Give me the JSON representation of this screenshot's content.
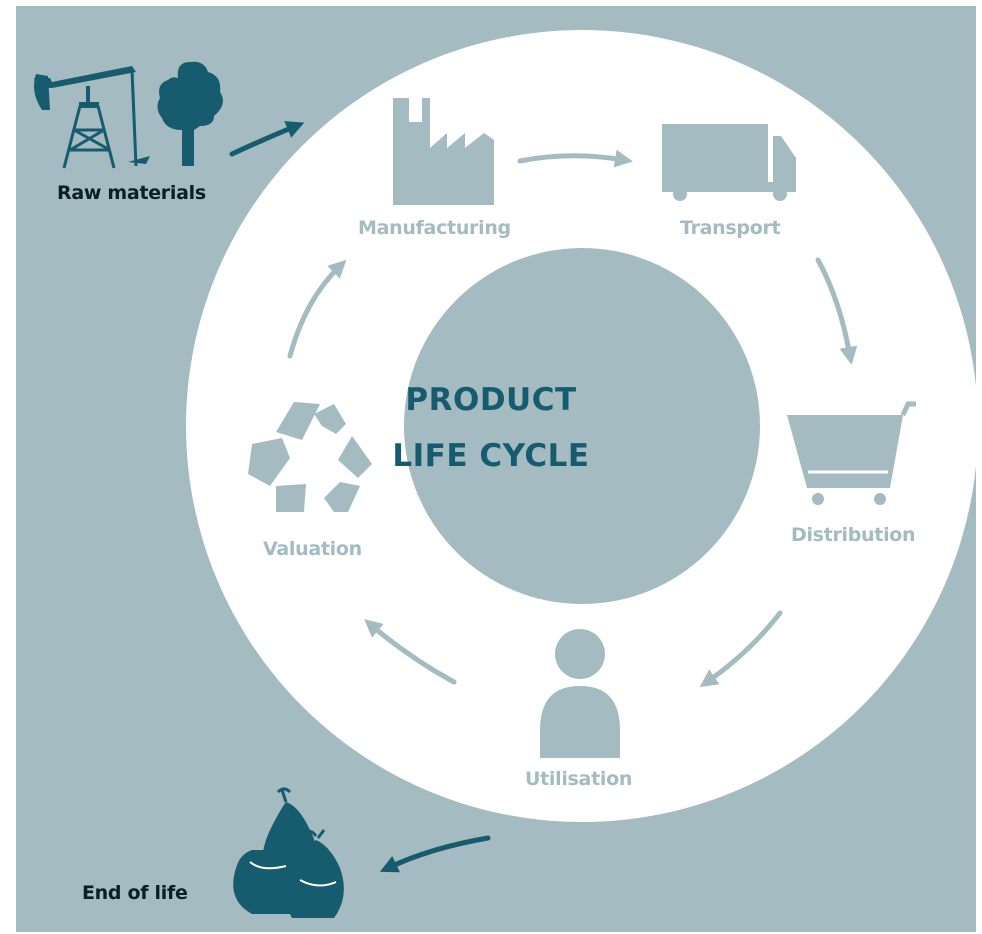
{
  "center": {
    "line1": "PRODUCT",
    "line2": "LIFE CYCLE"
  },
  "stages": {
    "manufacturing": "Manufacturing",
    "transport": "Transport",
    "distribution": "Distribution",
    "utilisation": "Utilisation",
    "valuation": "Valuation"
  },
  "external": {
    "raw_materials": "Raw materials",
    "end_of_life": "End of life"
  },
  "icons": {
    "manufacturing": "factory-icon",
    "transport": "truck-icon",
    "distribution": "shopping-cart-icon",
    "utilisation": "person-icon",
    "valuation": "recycle-icon",
    "raw_materials": "oil-pump-and-tree-icon",
    "end_of_life": "trash-bags-icon"
  },
  "colors": {
    "background": "#a3bbc1",
    "ring": "#ffffff",
    "accent": "#175b6e",
    "text_dark": "#0b1f26"
  }
}
